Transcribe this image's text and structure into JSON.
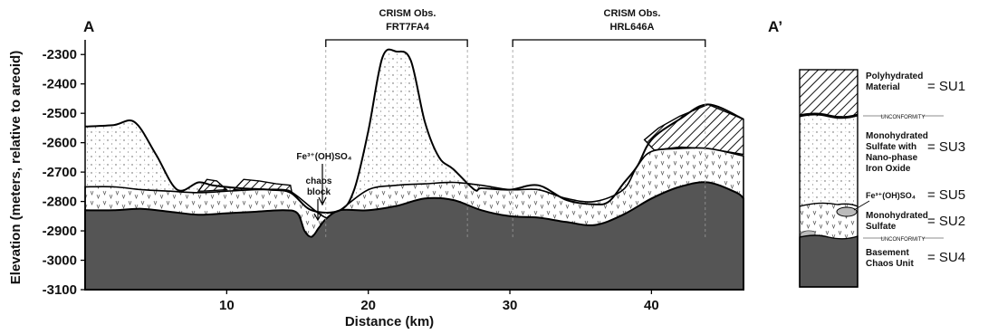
{
  "section": {
    "start_label": "A",
    "end_label": "A’"
  },
  "obs": [
    {
      "line1": "CRISM Obs.",
      "line2": "FRT7FA4",
      "start_km": 17,
      "end_km": 27
    },
    {
      "line1": "CRISM Obs.",
      "line2": "HRL646A",
      "start_km": 30.2,
      "end_km": 43.8
    }
  ],
  "chart_data": {
    "type": "area",
    "xlabel": "Distance (km)",
    "ylabel": "Elevation (meters, relative to areoid)",
    "x_ticks": [
      10,
      20,
      30,
      40
    ],
    "y_ticks": [
      -2300,
      -2400,
      -2500,
      -2600,
      -2700,
      -2800,
      -2900,
      -3000,
      -3100
    ],
    "xlim": [
      0,
      46.5
    ],
    "ylim": [
      -3100,
      -2250
    ],
    "annotations": {
      "chaos_block_line1": "chaos",
      "chaos_block_line2": "block",
      "fe_label": "Fe³⁺(OH)SO₄"
    },
    "layers": {
      "basement": {
        "x": [
          0,
          2,
          4,
          6,
          8,
          10,
          12,
          14,
          15,
          15.5,
          16,
          16.5,
          17,
          18,
          20,
          22,
          24,
          26,
          28,
          30,
          32,
          34,
          36,
          38,
          40,
          42,
          44,
          46,
          46.5
        ],
        "y": [
          -2830,
          -2830,
          -2825,
          -2835,
          -2845,
          -2840,
          -2835,
          -2830,
          -2840,
          -2900,
          -2920,
          -2890,
          -2860,
          -2830,
          -2830,
          -2815,
          -2790,
          -2795,
          -2830,
          -2850,
          -2855,
          -2870,
          -2880,
          -2845,
          -2790,
          -2750,
          -2735,
          -2770,
          -2790
        ]
      },
      "monohydrated": {
        "x": [
          0,
          2,
          4,
          6,
          8,
          10,
          12,
          14,
          14.8,
          17,
          18,
          20,
          22,
          24,
          26,
          28,
          30,
          32,
          34,
          36,
          38,
          39,
          40,
          42,
          44,
          46.5
        ],
        "y": [
          -2750,
          -2750,
          -2760,
          -2765,
          -2770,
          -2765,
          -2760,
          -2760,
          -2775,
          -2855,
          -2830,
          -2760,
          -2745,
          -2740,
          -2735,
          -2745,
          -2760,
          -2760,
          -2790,
          -2800,
          -2760,
          -2680,
          -2630,
          -2620,
          -2620,
          -2645
        ]
      },
      "sulfate_surface": {
        "x": [
          0,
          2,
          3.5,
          5,
          6.5,
          8,
          9,
          11,
          13,
          14.5,
          16,
          18,
          19,
          20,
          21,
          22,
          23,
          24,
          25,
          26,
          27.5,
          28,
          30,
          32,
          34,
          36,
          37,
          38,
          39,
          40,
          42,
          44,
          46.5
        ],
        "y": [
          -2545,
          -2540,
          -2530,
          -2640,
          -2760,
          -2735,
          -2745,
          -2755,
          -2760,
          -2770,
          -2830,
          -2830,
          -2760,
          -2560,
          -2310,
          -2290,
          -2320,
          -2530,
          -2650,
          -2690,
          -2760,
          -2755,
          -2760,
          -2745,
          -2795,
          -2810,
          -2800,
          -2740,
          -2680,
          -2590,
          -2520,
          -2470,
          -2520
        ]
      },
      "polyhydrated_patches": [
        {
          "x": [
            8,
            8.6,
            9.3,
            10,
            8.3
          ],
          "y": [
            -2765,
            -2725,
            -2730,
            -2760,
            -2765
          ]
        },
        {
          "x": [
            10.5,
            11.2,
            12.3,
            13.5,
            14.5,
            14.6,
            10.5
          ],
          "y": [
            -2760,
            -2725,
            -2730,
            -2740,
            -2745,
            -2770,
            -2760
          ]
        },
        {
          "x": [
            39.5,
            40.5,
            42,
            44,
            46.5,
            46.5,
            44,
            42,
            40.2
          ],
          "y": [
            -2590,
            -2550,
            -2510,
            -2470,
            -2520,
            -2640,
            -2620,
            -2615,
            -2625
          ]
        }
      ]
    }
  },
  "legend": {
    "units": [
      {
        "name": "Polyhydrated Material",
        "line1": "Polyhydrated",
        "line2": "Material",
        "code": "= SU1"
      },
      {
        "name": "Monohydrated Sulfate with Nano-phase Iron Oxide",
        "line1": "Monohydrated",
        "line2": "Sulfate with",
        "line3": "Nano-phase",
        "line4": "Iron Oxide",
        "code": "= SU3"
      },
      {
        "name": "Fe(OH)SO4",
        "line1": "Fe³⁺(OH)SO₄",
        "code": "= SU5"
      },
      {
        "name": "Monohydrated Sulfate",
        "line1": "Monohydrated",
        "line2": "Sulfate",
        "code": "= SU2"
      },
      {
        "name": "Basement Chaos Unit",
        "line1": "Basement",
        "line2": "Chaos Unit",
        "code": "= SU4"
      }
    ],
    "unconformity": "UNCONFORMITY"
  }
}
